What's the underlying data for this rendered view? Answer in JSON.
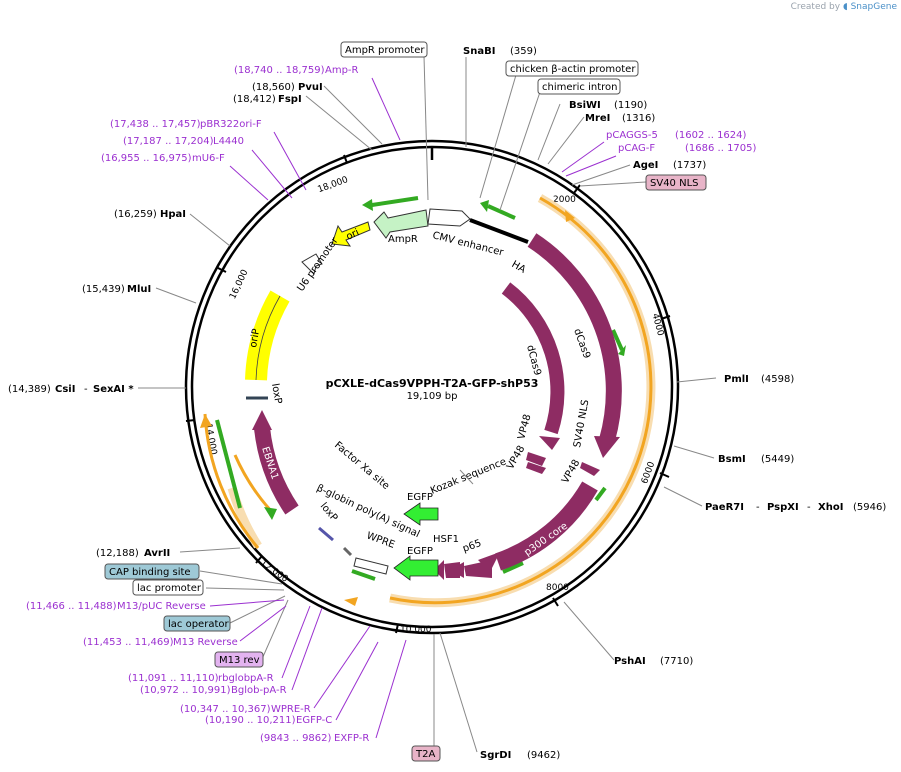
{
  "credit": {
    "created_by": "Created by",
    "brand": "SnapGene"
  },
  "plasmid": {
    "name": "pCXLE-dCas9VPPH-T2A-GFP-shP53",
    "length": "19,109 bp"
  },
  "ticks": [
    "2000",
    "4000",
    "6000",
    "8000",
    "10,000",
    "12,000",
    "14,000",
    "16,000",
    "18,000"
  ],
  "sites": [
    {
      "name": "SnaBI",
      "pos": "(359)"
    },
    {
      "name": "BsiWI",
      "pos": "(1190)"
    },
    {
      "name": "MreI",
      "pos": "(1316)"
    },
    {
      "name": "AgeI",
      "pos": "(1737)"
    },
    {
      "name": "PmlI",
      "pos": "(4598)"
    },
    {
      "name": "BsmI",
      "pos": "(5449)"
    },
    {
      "name": "PaeR7I",
      "sep1": "-",
      "name2": "PspXI",
      "sep2": "-",
      "name3": "XhoI",
      "pos": "(5946)"
    },
    {
      "name": "PshAI",
      "pos": "(7710)"
    },
    {
      "name": "SgrDI",
      "pos": "(9462)"
    },
    {
      "name": "AvrII",
      "pos": "(12,188)"
    },
    {
      "name": "CsiI",
      "sep1": "-",
      "name2": "SexAI *",
      "pos": "(14,389)"
    },
    {
      "name": "MluI",
      "pos": "(15,439)"
    },
    {
      "name": "HpaI",
      "pos": "(16,259)"
    },
    {
      "name": "FspI",
      "pos": "(18,412)"
    },
    {
      "name": "PvuI",
      "pos": "(18,560)"
    }
  ],
  "primers": [
    {
      "name": "Amp-R",
      "pos": "(18,740 .. 18,759)"
    },
    {
      "name": "pBR322ori-F",
      "pos": "(17,438 .. 17,457)"
    },
    {
      "name": "L4440",
      "pos": "(17,187 .. 17,204)"
    },
    {
      "name": "mU6-F",
      "pos": "(16,955 .. 16,975)"
    },
    {
      "name": "pCAGGS-5",
      "pos": "(1602 .. 1624)"
    },
    {
      "name": "pCAG-F",
      "pos": "(1686 .. 1705)"
    },
    {
      "name": "M13/pUC Reverse",
      "pos": "(11,466 .. 11,488)"
    },
    {
      "name": "M13 Reverse",
      "pos": "(11,453 .. 11,469)"
    },
    {
      "name": "rbglobpA-R",
      "pos": "(11,091 .. 11,110)"
    },
    {
      "name": "Bglob-pA-R",
      "pos": "(10,972 .. 10,991)"
    },
    {
      "name": "WPRE-R",
      "pos": "(10,347 .. 10,367)"
    },
    {
      "name": "EGFP-C",
      "pos": "(10,190 .. 10,211)"
    },
    {
      "name": "EXFP-R",
      "pos": "(9843 .. 9862)"
    }
  ],
  "boxed_features": [
    {
      "name": "AmpR promoter",
      "style": "white"
    },
    {
      "name": "chicken β-actin promoter",
      "style": "white"
    },
    {
      "name": "chimeric intron",
      "style": "white"
    },
    {
      "name": "SV40 NLS",
      "style": "pink"
    },
    {
      "name": "CAP binding site",
      "style": "blue"
    },
    {
      "name": "lac promoter",
      "style": "white"
    },
    {
      "name": "lac operator",
      "style": "blue"
    },
    {
      "name": "M13 rev",
      "style": "violet"
    },
    {
      "name": "T2A",
      "style": "pink"
    }
  ],
  "inner_labels": {
    "ampr": "AmpR",
    "cmv": "CMV enhancer",
    "ha": "HA",
    "dcas9_outer": "dCas9",
    "dcas9_inner": "dCas9",
    "sv40nls": "SV40 NLS",
    "vp48a": "VP48",
    "vp48b": "VP48",
    "vp48c": "VP48",
    "p300": "p300 core",
    "p65": "p65",
    "hsf1": "HSF1",
    "egfp1": "EGFP",
    "egfp2": "EGFP",
    "kozak": "Kozak sequence",
    "factorxa": "Factor Xa site",
    "wpre": "WPRE",
    "bglobin": "β-globin poly(A) signal",
    "loxp1": "loxP",
    "loxp2": "loxP",
    "ebna1": "EBNA1",
    "orip": "oriP",
    "u6": "U6 promoter",
    "ori": "ori"
  },
  "colors": {
    "backbone": "#000000",
    "magenta": "#8e2c63",
    "orange": "#f2a521",
    "orange_glow": "#f8ddb0",
    "green_arrow": "#33aa22",
    "bright_green": "#33ee33",
    "yellow": "#ffff00",
    "ampr_green": "#c5f2c5",
    "primer": "#9b30d0",
    "pink_box": "#e8b4c8",
    "blue_box": "#9ec9d6",
    "violet_box": "#e3b3f0"
  }
}
